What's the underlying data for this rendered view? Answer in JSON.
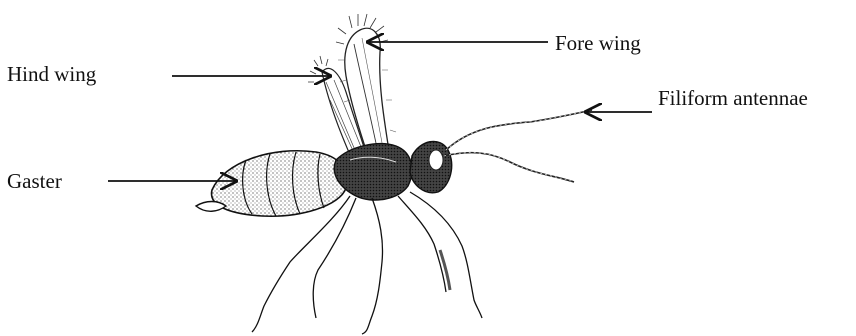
{
  "labels": {
    "fore_wing": "Fore wing",
    "hind_wing": "Hind wing",
    "antennae": "Filiform antennae",
    "gaster": "Gaster"
  },
  "colors": {
    "ink": "#111111",
    "background": "#ffffff"
  }
}
